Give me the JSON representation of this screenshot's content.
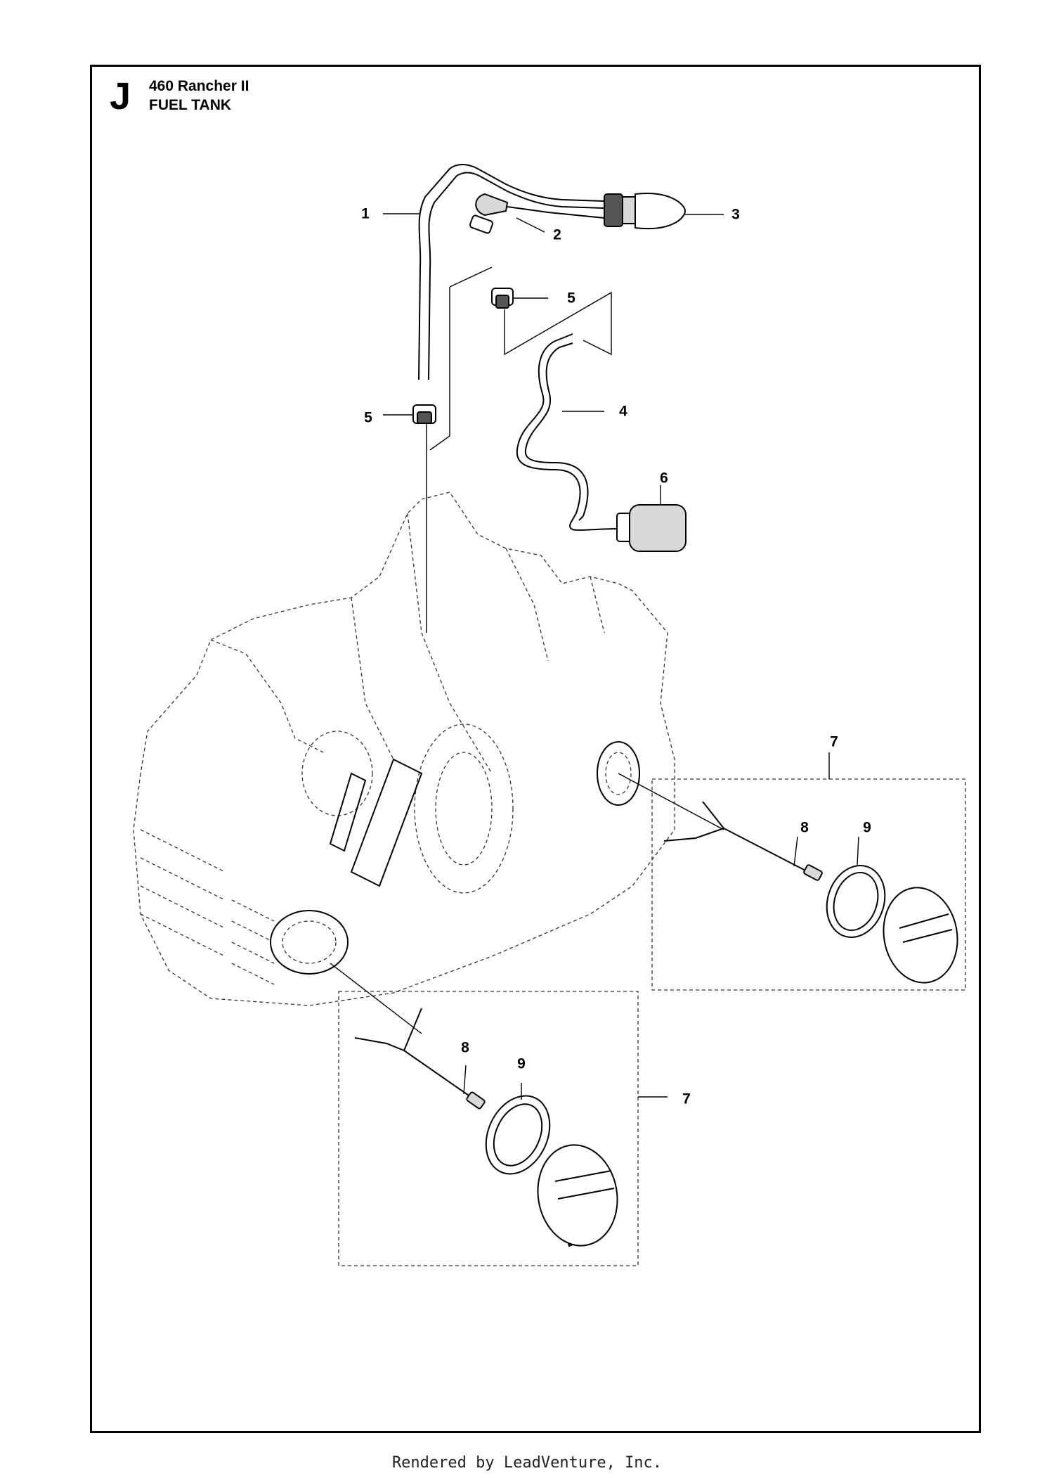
{
  "header": {
    "section_letter": "J",
    "model": "460 Rancher II",
    "section": "FUEL TANK"
  },
  "callouts": [
    {
      "id": "c1",
      "label": "1"
    },
    {
      "id": "c2",
      "label": "2"
    },
    {
      "id": "c3",
      "label": "3"
    },
    {
      "id": "c4",
      "label": "4"
    },
    {
      "id": "c5a",
      "label": "5"
    },
    {
      "id": "c5b",
      "label": "5"
    },
    {
      "id": "c6",
      "label": "6"
    },
    {
      "id": "c7a",
      "label": "7"
    },
    {
      "id": "c8a",
      "label": "8"
    },
    {
      "id": "c9a",
      "label": "9"
    },
    {
      "id": "c7b",
      "label": "7"
    },
    {
      "id": "c8b",
      "label": "8"
    },
    {
      "id": "c9b",
      "label": "9"
    }
  ],
  "footer": {
    "text": "Rendered by LeadVenture, Inc."
  }
}
